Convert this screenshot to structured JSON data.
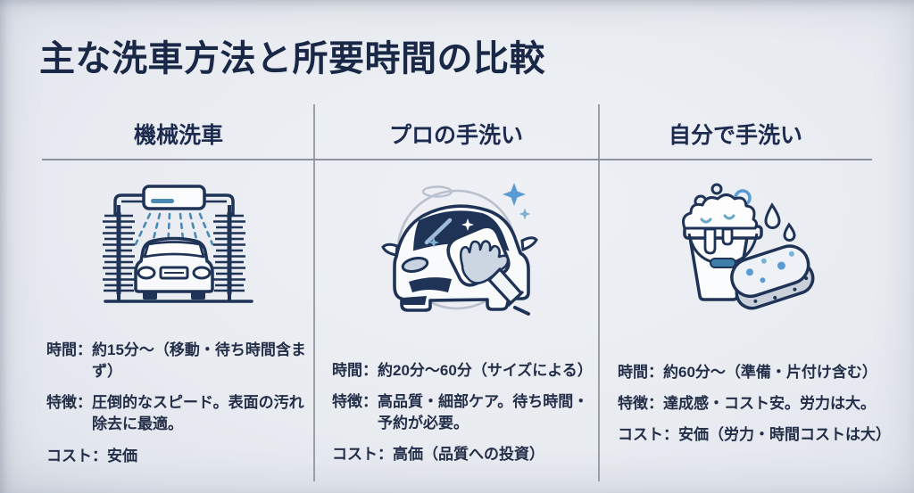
{
  "title": "主な洗車方法と所要時間の比較",
  "colors": {
    "navy": "#1e3356",
    "title_navy": "#1a2847",
    "divider_gray": "#8d939e",
    "accent_blue": "#4a88b5",
    "light_blue": "#7ab3d3",
    "sparkle_blue": "#5b9bd5",
    "background": "#e9ecf1"
  },
  "columns": [
    {
      "header": "機械洗車",
      "icon": "car-wash-machine-icon",
      "details": [
        {
          "label": "時間：",
          "text": "約15分～（移動・待ち時間含まず）"
        },
        {
          "label": "特徴：",
          "text": "圧倒的なスピード。表面の汚れ除去に最適。"
        },
        {
          "label": "コスト：",
          "text": "安価"
        }
      ]
    },
    {
      "header": "プロの手洗い",
      "icon": "pro-hand-wash-icon",
      "details": [
        {
          "label": "時間：",
          "text": "約20分～60分（サイズによる）"
        },
        {
          "label": "特徴：",
          "text": "高品質・細部ケア。待ち時間・予約が必要。"
        },
        {
          "label": "コスト：",
          "text": "高価（品質への投資）"
        }
      ]
    },
    {
      "header": "自分で手洗い",
      "icon": "bucket-sponge-icon",
      "details": [
        {
          "label": "時間：",
          "text": "約60分～（準備・片付け含む）"
        },
        {
          "label": "特徴：",
          "text": "達成感・コスト安。労力は大。"
        },
        {
          "label": "コスト：",
          "text": "安価（労力・時間コストは大）"
        }
      ]
    }
  ]
}
